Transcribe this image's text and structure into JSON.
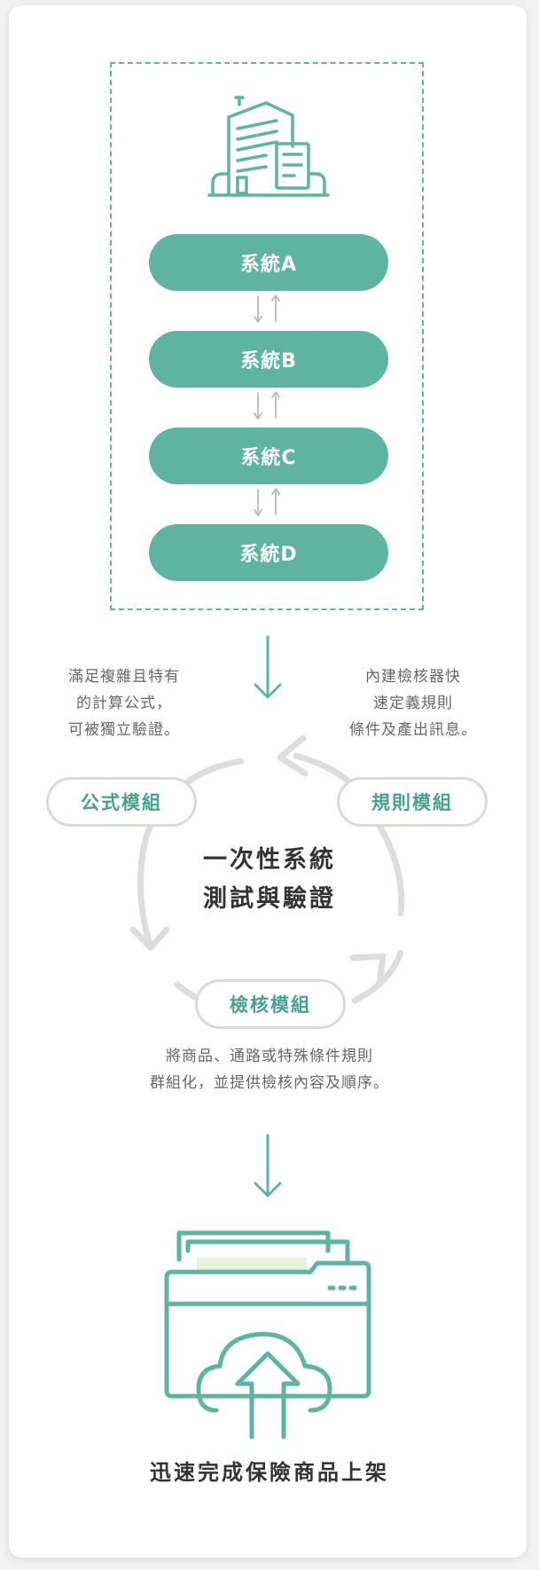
{
  "systems": [
    "系統A",
    "系統B",
    "系統C",
    "系統D"
  ],
  "modules": {
    "formula": "公式模組",
    "rules": "規則模組",
    "check": "檢核模組"
  },
  "center_title": [
    "一次性系統",
    "測試與驗證"
  ],
  "notes": {
    "left": [
      "滿足複雜且特有",
      "的計算公式，",
      "可被獨立驗證。"
    ],
    "right": [
      "內建檢核器快",
      "速定義規則",
      "條件及產出訊息。"
    ],
    "bottom": [
      "將商品、通路或特殊條件規則",
      "群組化，並提供檢核內容及順序。"
    ]
  },
  "final_label": "迅速完成保險商品上架",
  "colors": {
    "teal": "#5eb3a1",
    "gray_arrow": "#d9d9d9",
    "light_green": "#e6f4dd"
  }
}
